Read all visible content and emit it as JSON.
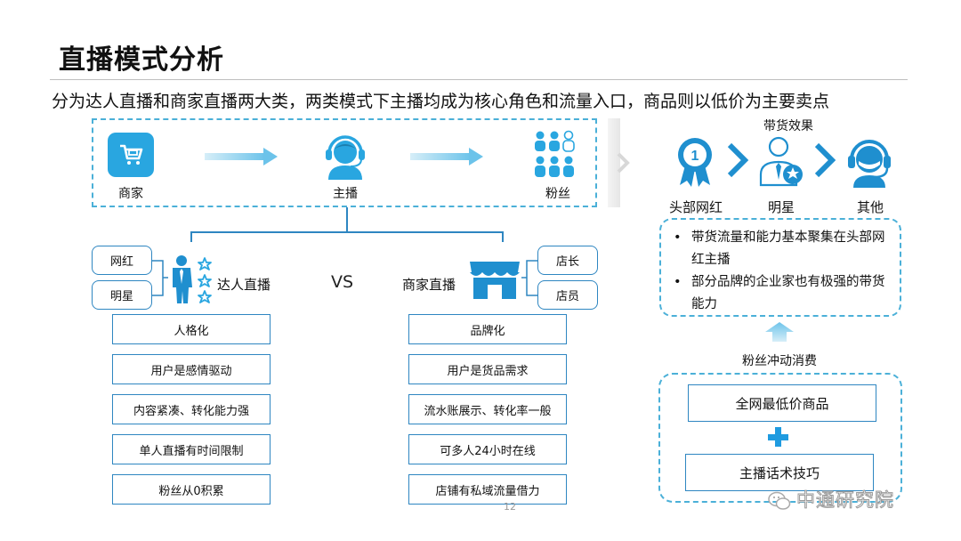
{
  "title": "直播模式分析",
  "subtitle": "分为达人直播和商家直播两大类，两类模式下主播均成为核心角色和流量入口，商品则以低价为主要卖点",
  "flow": {
    "merchant_label": "商家",
    "anchor_label": "主播",
    "fans_label": "粉丝"
  },
  "talent": {
    "tags": [
      "网红",
      "明星"
    ],
    "label": "达人直播",
    "features": [
      "人格化",
      "用户是感情驱动",
      "内容紧凑、转化能力强",
      "单人直播有时间限制",
      "粉丝从0积累"
    ]
  },
  "vs_label": "VS",
  "merchant_live": {
    "label": "商家直播",
    "tags": [
      "店长",
      "店员"
    ],
    "features": [
      "品牌化",
      "用户是货品需求",
      "流水账展示、转化率一般",
      "可多人24小时在线",
      "店铺有私域流量借力"
    ]
  },
  "page_number": "12",
  "right": {
    "effect_title": "带货效果",
    "types": [
      {
        "label": "头部网红",
        "icon": "medal-icon"
      },
      {
        "label": "明星",
        "icon": "star-person-icon"
      },
      {
        "label": "其他",
        "icon": "headset-person-icon"
      }
    ],
    "bullets": [
      "带货流量和能力基本聚集在头部网红主播",
      "部分品牌的企业家也有极强的带货能力"
    ],
    "impulse_label": "粉丝冲动消费",
    "box1": "全网最低价商品",
    "box2": "主播话术技巧"
  },
  "watermark": "中通研究院",
  "colors": {
    "accent": "#2e86c1",
    "dash": "#4bb0d8",
    "icon_blue": "#29a6e0"
  }
}
